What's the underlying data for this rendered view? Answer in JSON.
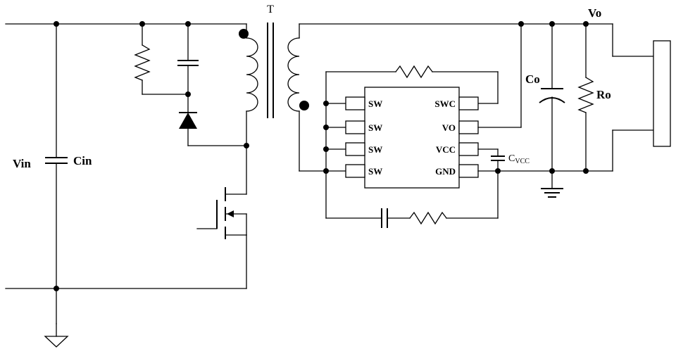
{
  "diagram": {
    "labels": {
      "transformer": "T",
      "vin": "Vin",
      "cin": "Cin",
      "vo": "Vo",
      "co": "Co",
      "ro": "Ro",
      "cvcc_main": "C",
      "cvcc_sub": "VCC"
    },
    "ic_pins": {
      "left": [
        "SW",
        "SW",
        "SW",
        "SW"
      ],
      "right": [
        "SWC",
        "VO",
        "VCC",
        "GND"
      ]
    }
  }
}
